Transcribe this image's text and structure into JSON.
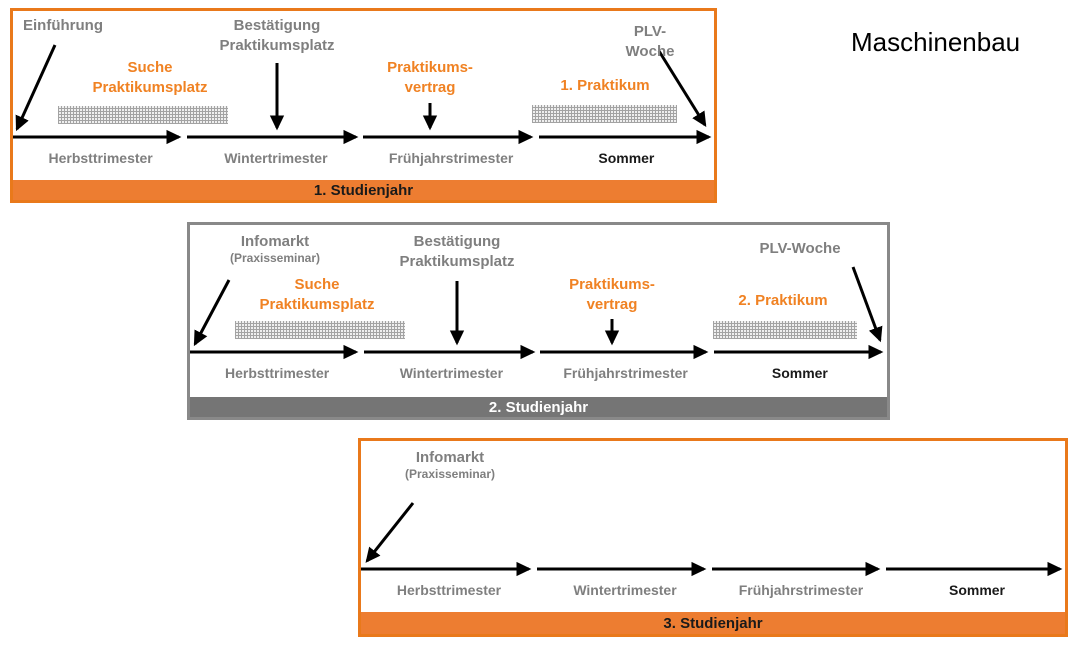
{
  "title": "Maschinenbau",
  "colors": {
    "accent_orange": "#ed7d31",
    "orange_border": "#e9791b",
    "orange_text": "#f08223",
    "gray_border": "#898989",
    "gray_bar": "#757575",
    "gray_text": "#7f7f7f",
    "black_text": "#1a1a1a",
    "arrow_black": "#000000"
  },
  "years": [
    {
      "label": "1. Studienjahr",
      "trimesters": [
        "Herbsttrimester",
        "Wintertrimester",
        "Frühjahrstrimester",
        "Sommer"
      ],
      "events": {
        "start": "Einführung",
        "search": "Suche\nPraktikumsplatz",
        "confirmation": "Bestätigung\nPraktikumsplatz",
        "contract": "Praktikums-\nvertrag",
        "internship": "1. Praktikum",
        "plv": "PLV-Woche"
      }
    },
    {
      "label": "2. Studienjahr",
      "trimesters": [
        "Herbsttrimester",
        "Wintertrimester",
        "Frühjahrstrimester",
        "Sommer"
      ],
      "events": {
        "start": "Infomarkt",
        "start_sub": "(Praxisseminar)",
        "search": "Suche\nPraktikumsplatz",
        "confirmation": "Bestätigung\nPraktikumsplatz",
        "contract": "Praktikums-\nvertrag",
        "internship": "2. Praktikum",
        "plv": "PLV-Woche"
      }
    },
    {
      "label": "3. Studienjahr",
      "trimesters": [
        "Herbsttrimester",
        "Wintertrimester",
        "Frühjahrstrimester",
        "Sommer"
      ],
      "events": {
        "start": "Infomarkt",
        "start_sub": "(Praxisseminar)"
      }
    }
  ]
}
